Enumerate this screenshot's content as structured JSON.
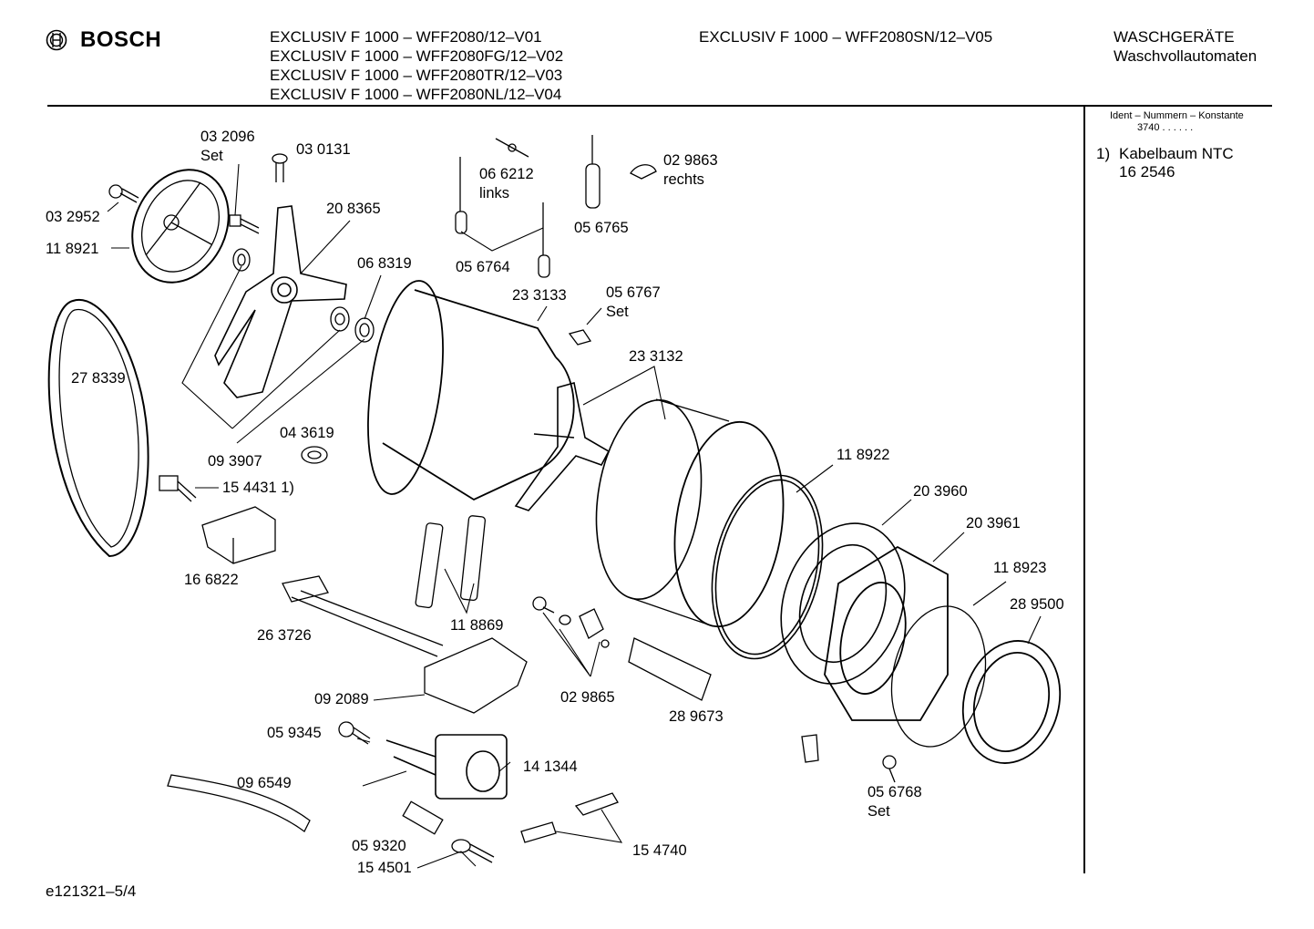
{
  "brand": {
    "name": "BOSCH",
    "logo_icon": "bosch-armature-logo-icon"
  },
  "header": {
    "models_left": [
      "EXCLUSIV F 1000 – WFF2080/12–V01",
      "EXCLUSIV F 1000 – WFF2080FG/12–V02",
      "EXCLUSIV F 1000 – WFF2080TR/12–V03",
      "EXCLUSIV F 1000 – WFF2080NL/12–V04"
    ],
    "model_right": "EXCLUSIV F 1000 – WFF2080SN/12–V05",
    "category": "WASCHGERÄTE",
    "subcategory": "Waschvollautomaten"
  },
  "side": {
    "ident_title": "Ident – Nummern – Konstante",
    "ident_values": "3740  . .    . . . .",
    "note_number": "1)",
    "note_text": "Kabelbaum NTC",
    "note_part": "16 2546"
  },
  "parts": {
    "p032096": "03 2096",
    "p032096_set": "Set",
    "p030131": "03 0131",
    "p032952": "03 2952",
    "p118921": "11 8921",
    "p208365": "20 8365",
    "p066212": "06 6212",
    "p066212_note": "links",
    "p056765": "05 6765",
    "p029863": "02 9863",
    "p029863_note": "rechts",
    "p056764": "05 6764",
    "p068319": "06 8319",
    "p233133": "23 3133",
    "p056767": "05 6767",
    "p056767_set": "Set",
    "p278339": "27 8339",
    "p233132": "23 3132",
    "p043619": "04 3619",
    "p093907": "09 3907",
    "p154431": "15 4431 1)",
    "p118922": "11 8922",
    "p203960": "20 3960",
    "p203961": "20 3961",
    "p166822": "16 6822",
    "p118923": "11 8923",
    "p289500": "28 9500",
    "p118869": "11 8869",
    "p263726": "26 3726",
    "p092089": "09 2089",
    "p029865": "02 9865",
    "p289673": "28 9673",
    "p059345": "05 9345",
    "p141344": "14 1344",
    "p096549": "09 6549",
    "p056768": "05 6768",
    "p056768_set": "Set",
    "p059320": "05 9320",
    "p154740": "15 4740",
    "p154501": "15 4501"
  },
  "footer": {
    "doc_id": "e121321–5/4"
  }
}
